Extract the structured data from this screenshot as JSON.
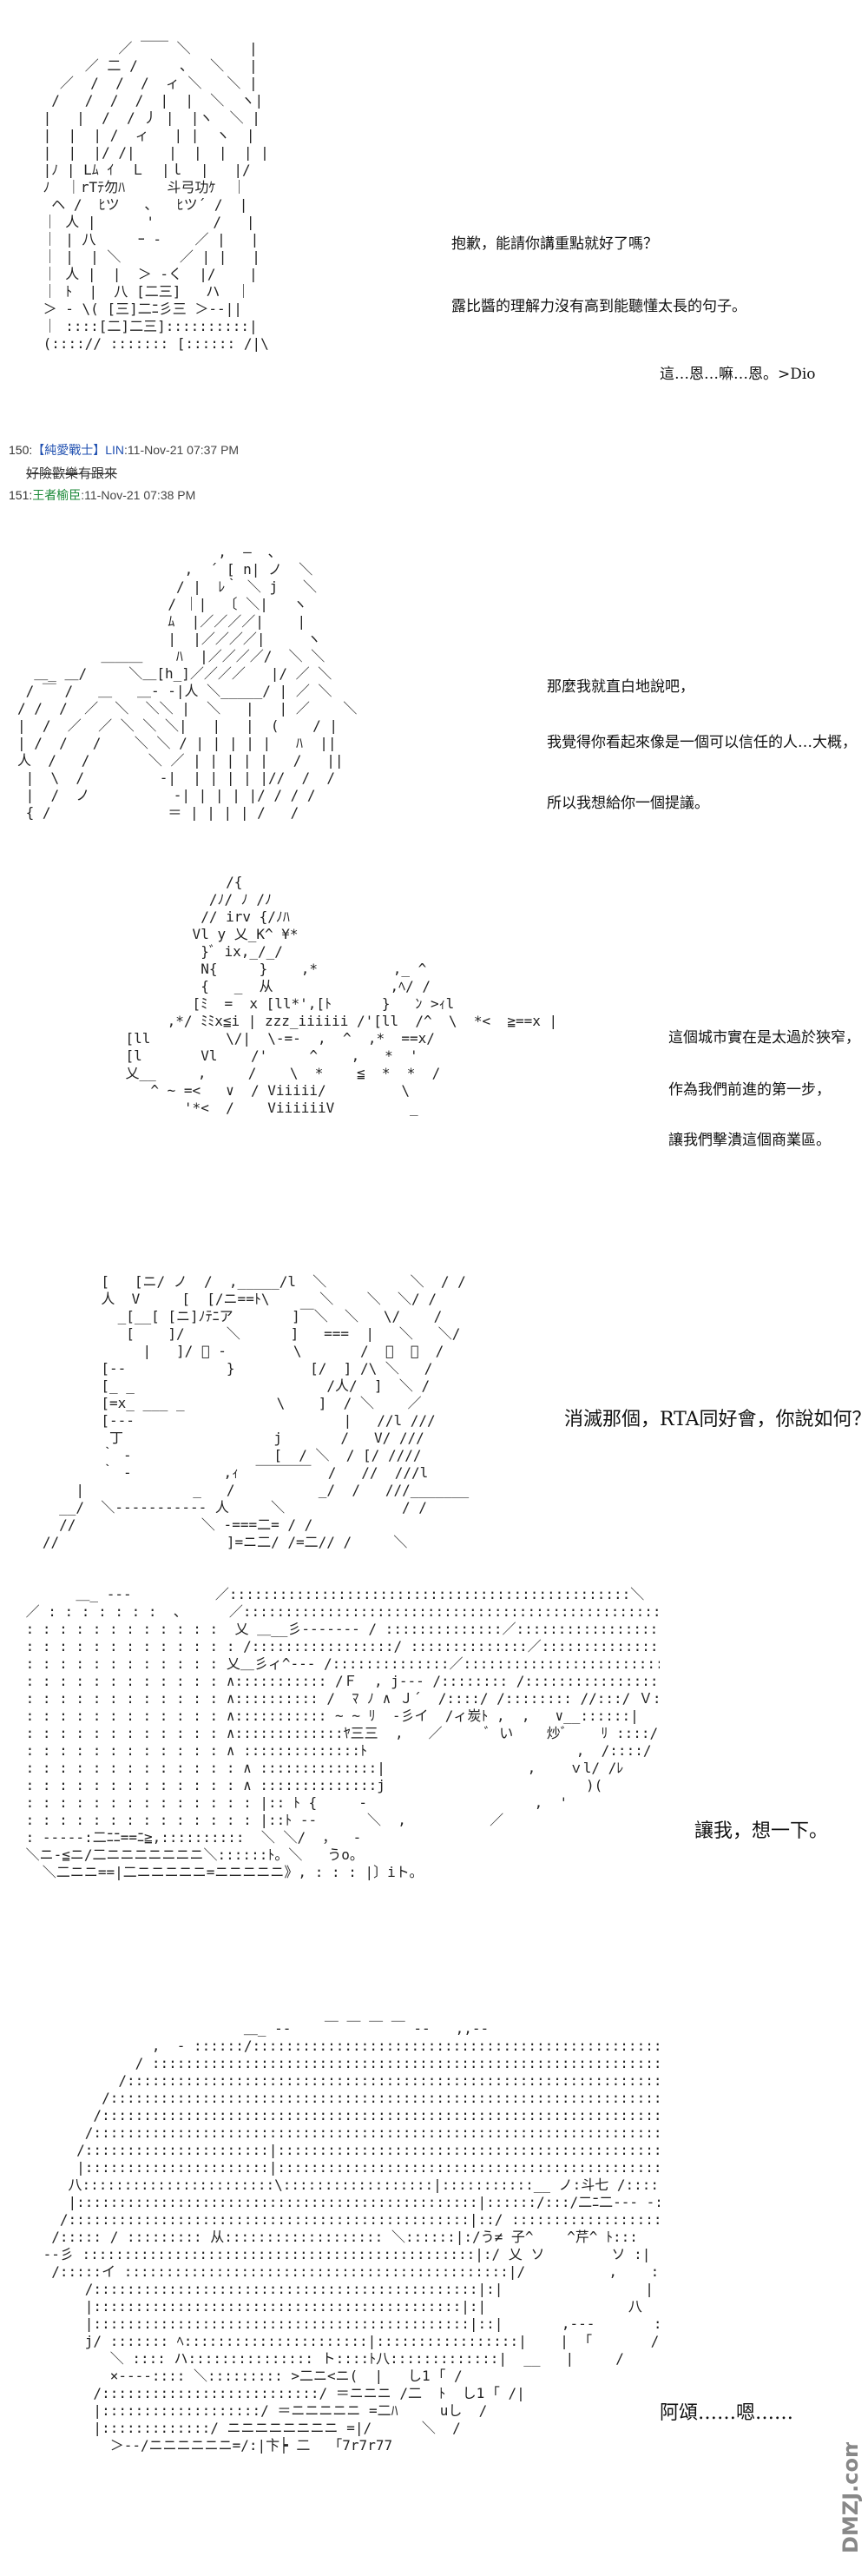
{
  "panels": [
    {
      "dialogue": [
        "抱歉，能請你講重點就好了嗎？",
        "露比醬的理解力沒有高到能聽懂太長的句子。",
        "這…恩…嘛…恩。>Dio"
      ]
    },
    {
      "posts": [
        {
          "number": "150:",
          "name": "【純愛戰士】LIN",
          "time": ":11-Nov-21 07:37 PM",
          "text": "好險歡樂有跟來"
        },
        {
          "number": "151:",
          "name": "王者榆臣",
          "time": ":11-Nov-21 07:38 PM"
        }
      ]
    },
    {
      "dialogue": [
        "那麼我就直白地說吧，",
        "我覺得你看起來像是一個可以信任的人…大概，",
        "所以我想給你一個提議。"
      ]
    },
    {
      "dialogue": [
        "這個城市實在是太過於狹窄，",
        "作為我們前進的第一步，",
        "讓我們擊潰這個商業區。"
      ]
    },
    {
      "dialogue": [
        "消滅那個，RTA同好會，你說如何？"
      ]
    },
    {
      "dialogue": [
        "讓我，想一下。"
      ]
    },
    {
      "dialogue": [
        "阿頌……嗯……"
      ]
    }
  ],
  "watermark": {
    "text": "DMZJ.com"
  }
}
